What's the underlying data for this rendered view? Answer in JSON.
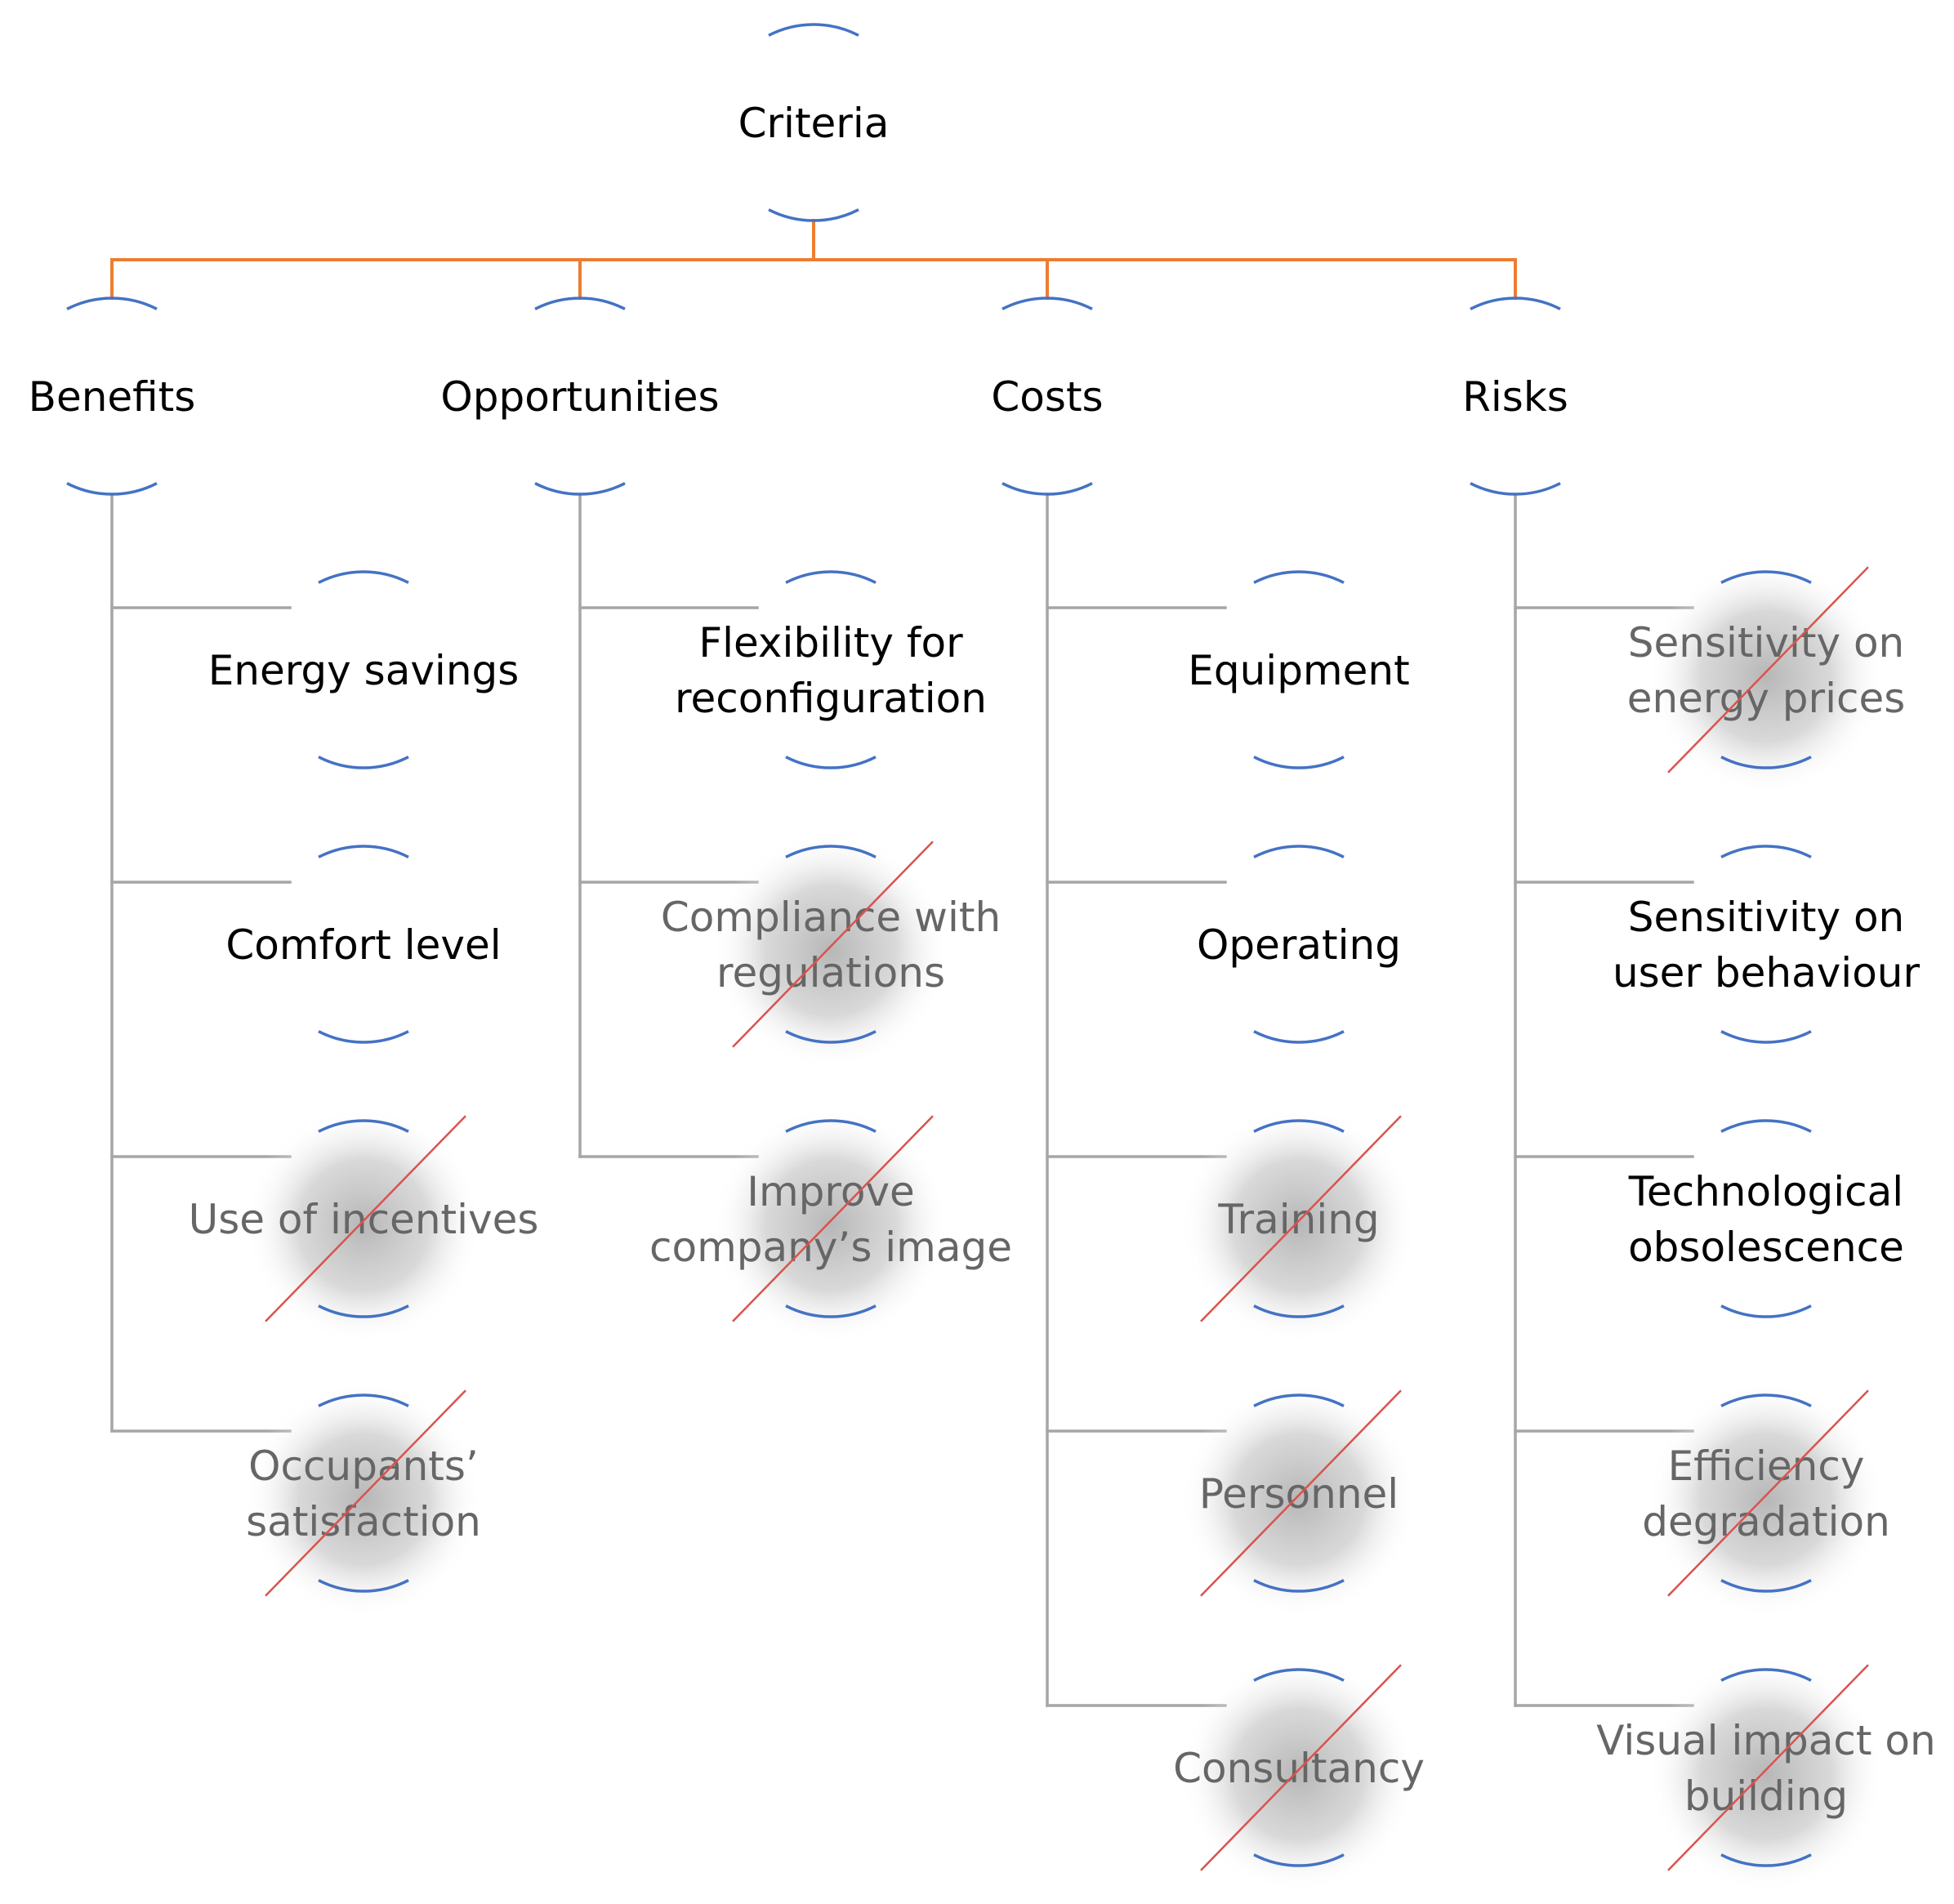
{
  "root": {
    "label": [
      "Criteria"
    ]
  },
  "categories": [
    {
      "label": [
        "Benefits"
      ],
      "criteria": [
        {
          "label": [
            "Energy savings"
          ],
          "excluded": false
        },
        {
          "label": [
            "Comfort level"
          ],
          "excluded": false
        },
        {
          "label": [
            "Use of incentives"
          ],
          "excluded": true
        },
        {
          "label": [
            "Occupants’",
            "satisfaction"
          ],
          "excluded": true
        }
      ]
    },
    {
      "label": [
        "Opportunities"
      ],
      "criteria": [
        {
          "label": [
            "Flexibility for",
            "reconfiguration"
          ],
          "excluded": false
        },
        {
          "label": [
            "Compliance with",
            "regulations"
          ],
          "excluded": true
        },
        {
          "label": [
            "Improve",
            "company’s image"
          ],
          "excluded": true
        }
      ]
    },
    {
      "label": [
        "Costs"
      ],
      "criteria": [
        {
          "label": [
            "Equipment"
          ],
          "excluded": false
        },
        {
          "label": [
            "Operating"
          ],
          "excluded": false
        },
        {
          "label": [
            "Training"
          ],
          "excluded": true
        },
        {
          "label": [
            "Personnel"
          ],
          "excluded": true
        },
        {
          "label": [
            "Consultancy"
          ],
          "excluded": true
        }
      ]
    },
    {
      "label": [
        "Risks"
      ],
      "criteria": [
        {
          "label": [
            "Sensitivity on",
            "energy prices"
          ],
          "excluded": true
        },
        {
          "label": [
            "Sensitivity on",
            "user behaviour"
          ],
          "excluded": false
        },
        {
          "label": [
            "Technological",
            "obsolescence"
          ],
          "excluded": false
        },
        {
          "label": [
            "Efficiency",
            "degradation"
          ],
          "excluded": true
        },
        {
          "label": [
            "Visual impact on",
            "building"
          ],
          "excluded": true
        }
      ]
    }
  ],
  "colors": {
    "node_arc": "#4472c4",
    "top_connector": "#ed7d31",
    "branch_connector": "#a6a6a6",
    "strike": "#d9534f",
    "text": "#000000",
    "excluded_text": "#666666"
  }
}
